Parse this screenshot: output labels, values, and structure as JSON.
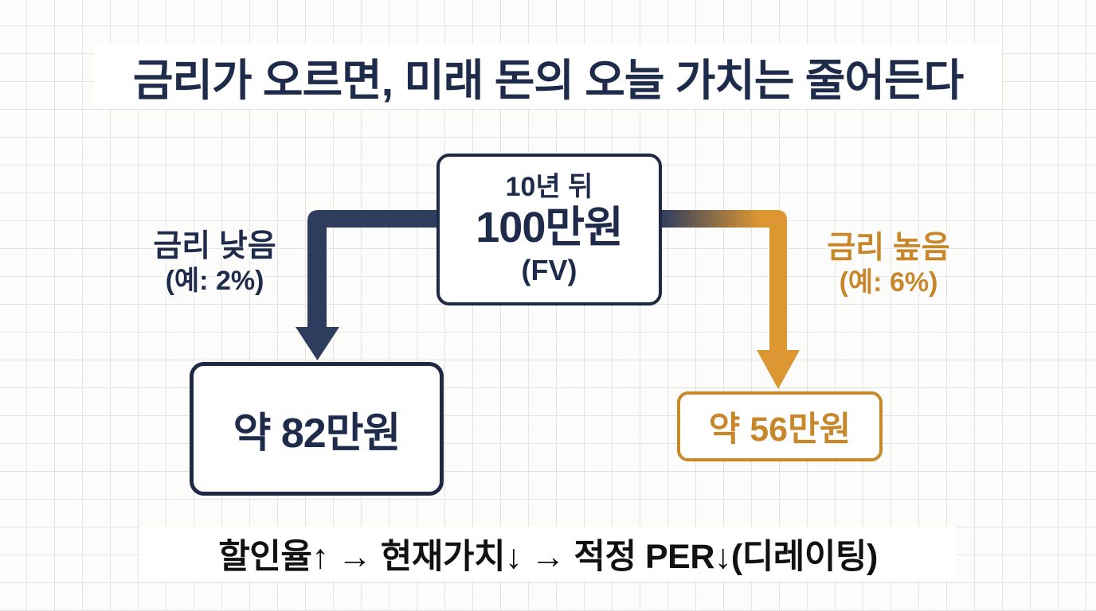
{
  "title": {
    "text": "금리가 오르면, 미래 돈의 오늘 가치는 줄어든다"
  },
  "fv_box": {
    "period": "10년 뒤",
    "amount": "100만원",
    "abbr": "(FV)"
  },
  "branches": {
    "low": {
      "label": "금리 낮음",
      "example": "(예: 2%)",
      "result": "약 82만원"
    },
    "high": {
      "label": "금리 높음",
      "example": "(예: 6%)",
      "result": "약 56만원"
    }
  },
  "footer": {
    "text": "할인율↑ → 현재가치↓ → 적정 PER↓(디레이팅)"
  },
  "colors": {
    "navy_text": "#1f2b4a",
    "navy_border": "#1e2944",
    "navy_arrow": "#2e3c5e",
    "orange_text": "#c8872b",
    "orange_border": "#c8882c",
    "orange_arrow": "#dd9732",
    "footer_text": "#111111",
    "background": "#fcfcfa",
    "grid_line": "#e3e3e1"
  }
}
